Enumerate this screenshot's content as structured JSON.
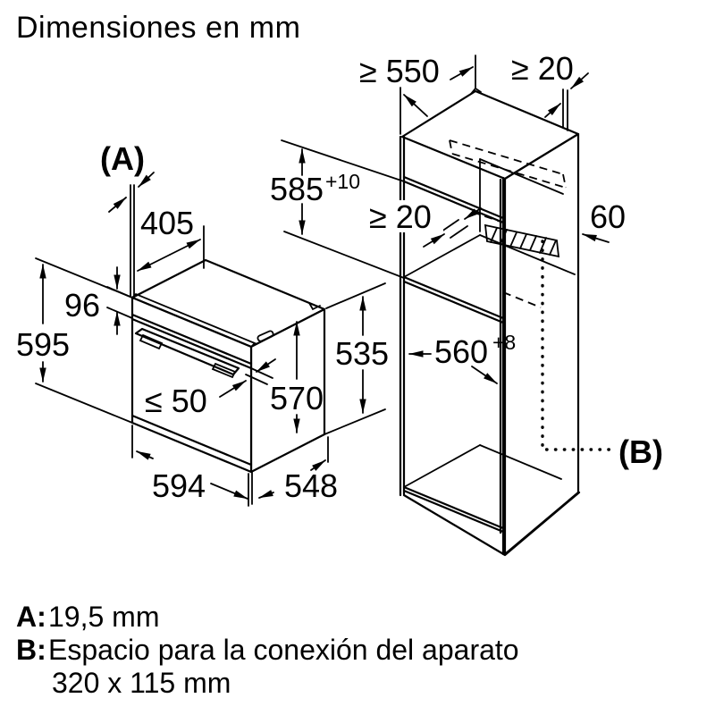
{
  "title": "Dimensiones en mm",
  "oven": {
    "label_a": "(A)",
    "dim_405": "405",
    "dim_96": "96",
    "dim_595": "595",
    "dim_le_50": "≤ 50",
    "dim_570": "570",
    "dim_594": "594",
    "dim_548": "548",
    "dim_535": "535"
  },
  "cabinet": {
    "dim_ge_550": "≥ 550",
    "dim_ge_20_top": "≥ 20",
    "dim_585_base": "585",
    "dim_585_sup": "+10",
    "dim_ge_20_mid": "≥ 20",
    "dim_60": "60",
    "dim_560_base": "560",
    "dim_560_sup": "+8",
    "label_b": "(B)"
  },
  "legend": {
    "a_key": "A:",
    "a_value": "19,5 mm",
    "b_key": "B:",
    "b_value_line1": "Espacio para la conexión del aparato",
    "b_value_line2": "320 x 115 mm"
  }
}
